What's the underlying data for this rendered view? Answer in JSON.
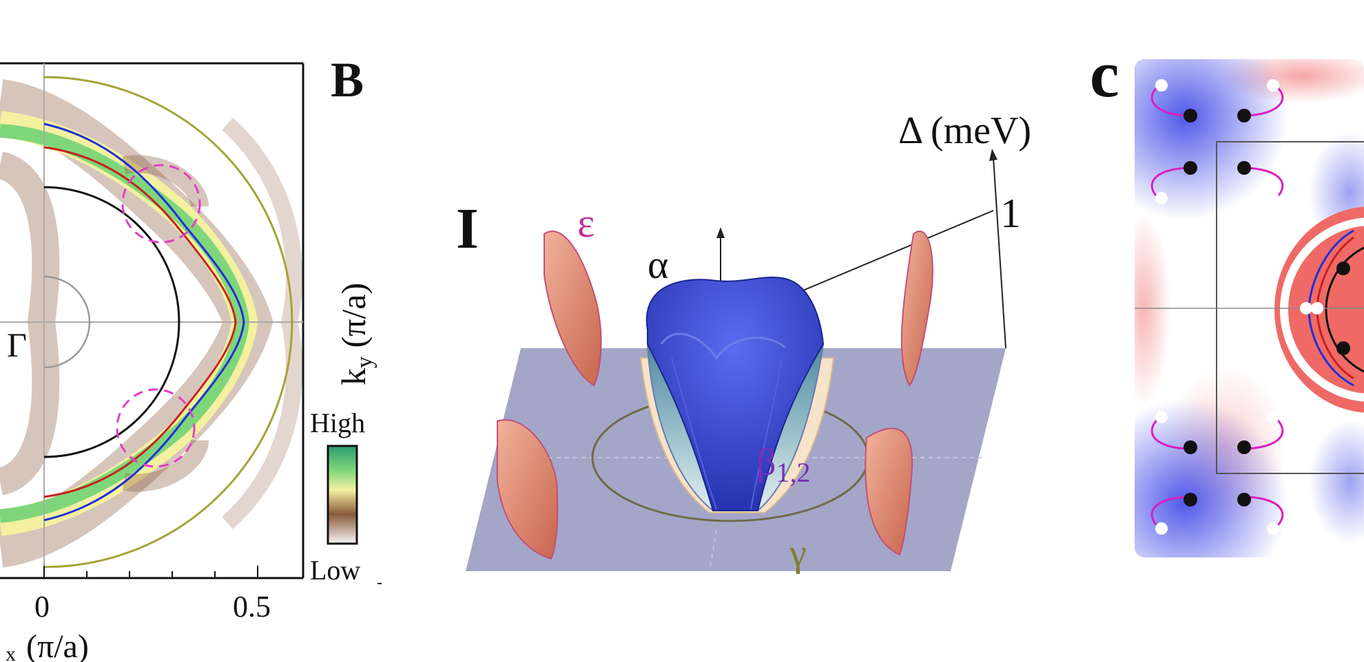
{
  "panel_a": {
    "tick_0": "0",
    "tick_05": "0.5",
    "gamma_point": "Γ",
    "y_axis_label": "k",
    "y_axis_sub": "y",
    "y_axis_unit": " (π/a)",
    "x_axis_label_partial": "x",
    "x_axis_unit": "(π/a)",
    "colorbar_high": "High",
    "colorbar_low": "Low",
    "colorbar_colors": [
      "#2b9e6e",
      "#7fd67a",
      "#f3f0a0",
      "#8a5a3c",
      "#f7f4f4"
    ],
    "curve_colors": {
      "outer_arc": "#a3a336",
      "blue": "#1f2fd8",
      "red": "#c8201c",
      "black": "#111111",
      "dashed_circles": "#e23fc4",
      "gamma_circle": "#999999"
    }
  },
  "panel_b": {
    "panel_label": "B",
    "roman_label": "I",
    "z_axis_label": "Δ (meV)",
    "z_tick": "1",
    "band_epsilon": "ε",
    "band_alpha": "α",
    "band_beta": "β",
    "band_beta_sub": "1,2",
    "band_gamma": "γ",
    "colors": {
      "plane": "#a4a6c8",
      "alpha_surface": "#3b4fd0",
      "pockets": "#e9967a",
      "epsilon_label": "#c0309a",
      "beta_label": "#7a2fb8",
      "gamma_label": "#7f7f2a"
    }
  },
  "panel_c": {
    "panel_label": "c",
    "colors": {
      "blue_region": "#3c46e6",
      "red_region": "#ef5a5a",
      "node_black": "#111111",
      "node_white": "#ffffff",
      "arcs": "#d81fc0"
    }
  }
}
